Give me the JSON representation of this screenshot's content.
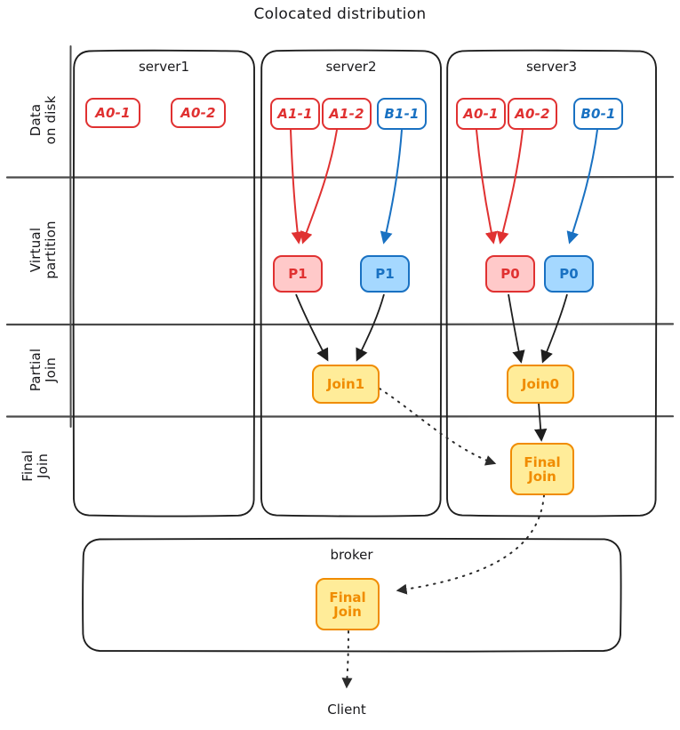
{
  "diagram": {
    "title": "Colocated distribution",
    "type": "distributed-query-execution-flow",
    "colors": {
      "red": "#e03131",
      "red_fill": "#ffc9c9",
      "blue": "#1971c2",
      "blue_fill": "#a5d8ff",
      "orange": "#f08c00",
      "orange_fill": "#ffec99",
      "ink": "#1e1e1e",
      "divider": "#555555",
      "background": "#ffffff"
    }
  },
  "row_labels": [
    {
      "id": "data-on-disk",
      "text": "Data\non disk"
    },
    {
      "id": "virtual-partition",
      "text": "Virtual\npartition"
    },
    {
      "id": "partial-join",
      "text": "Partial\nJoin"
    },
    {
      "id": "final-join",
      "text": "Final\nJoin"
    }
  ],
  "servers": [
    {
      "id": "server1",
      "caption": "server1",
      "disk": [
        {
          "label": "A0-1",
          "color": "red"
        },
        {
          "label": "A0-2",
          "color": "red"
        }
      ],
      "partitions": [],
      "partial_join": null,
      "final_join": null
    },
    {
      "id": "server2",
      "caption": "server2",
      "disk": [
        {
          "label": "A1-1",
          "color": "red"
        },
        {
          "label": "A1-2",
          "color": "red"
        },
        {
          "label": "B1-1",
          "color": "blue"
        }
      ],
      "partitions": [
        {
          "label": "P1",
          "color": "red"
        },
        {
          "label": "P1",
          "color": "blue"
        }
      ],
      "partial_join": {
        "label": "Join1"
      },
      "final_join": null
    },
    {
      "id": "server3",
      "caption": "server3",
      "disk": [
        {
          "label": "A0-1",
          "color": "red"
        },
        {
          "label": "A0-2",
          "color": "red"
        },
        {
          "label": "B0-1",
          "color": "blue"
        }
      ],
      "partitions": [
        {
          "label": "P0",
          "color": "red"
        },
        {
          "label": "P0",
          "color": "blue"
        }
      ],
      "partial_join": {
        "label": "Join0"
      },
      "final_join": {
        "line1": "Final",
        "line2": "Join"
      }
    }
  ],
  "broker": {
    "caption": "broker",
    "final_join": {
      "line1": "Final",
      "line2": "Join"
    }
  },
  "client": {
    "label": "Client"
  },
  "edges": [
    {
      "from": "server2.A1-1",
      "to": "server2.P1-red",
      "style": "solid",
      "color": "red"
    },
    {
      "from": "server2.A1-2",
      "to": "server2.P1-red",
      "style": "solid",
      "color": "red"
    },
    {
      "from": "server2.B1-1",
      "to": "server2.P1-blue",
      "style": "solid",
      "color": "blue"
    },
    {
      "from": "server3.A0-1",
      "to": "server3.P0-red",
      "style": "solid",
      "color": "red"
    },
    {
      "from": "server3.A0-2",
      "to": "server3.P0-red",
      "style": "solid",
      "color": "red"
    },
    {
      "from": "server3.B0-1",
      "to": "server3.P0-blue",
      "style": "solid",
      "color": "blue"
    },
    {
      "from": "server2.P1-red",
      "to": "server2.Join1",
      "style": "solid",
      "color": "ink"
    },
    {
      "from": "server2.P1-blue",
      "to": "server2.Join1",
      "style": "solid",
      "color": "ink"
    },
    {
      "from": "server3.P0-red",
      "to": "server3.Join0",
      "style": "solid",
      "color": "ink"
    },
    {
      "from": "server3.P0-blue",
      "to": "server3.Join0",
      "style": "solid",
      "color": "ink"
    },
    {
      "from": "server3.Join0",
      "to": "server3.FinalJoin",
      "style": "solid",
      "color": "ink"
    },
    {
      "from": "server2.Join1",
      "to": "server3.FinalJoin",
      "style": "dotted",
      "color": "ink"
    },
    {
      "from": "server3.FinalJoin",
      "to": "broker.FinalJoin",
      "style": "dotted",
      "color": "ink"
    },
    {
      "from": "broker.FinalJoin",
      "to": "client",
      "style": "dotted",
      "color": "ink"
    }
  ]
}
